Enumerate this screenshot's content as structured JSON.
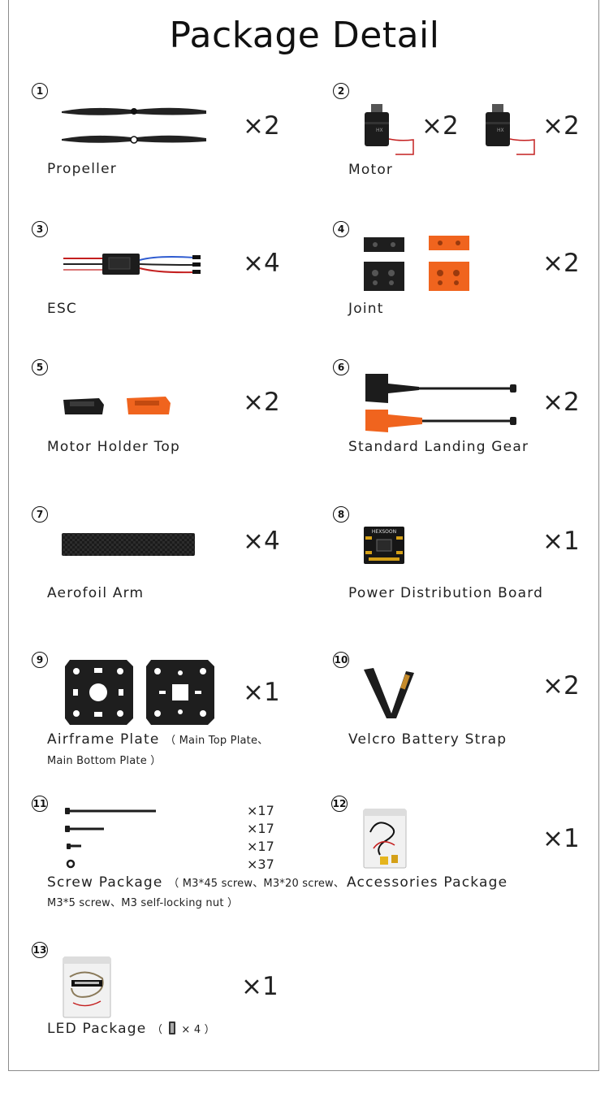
{
  "title": "Package Detail",
  "items": [
    {
      "num": "1",
      "label": "Propeller",
      "qty": "×2"
    },
    {
      "num": "2",
      "label": "Motor",
      "qty_a": "×2",
      "qty_b": "×2"
    },
    {
      "num": "3",
      "label": "ESC",
      "qty": "×4"
    },
    {
      "num": "4",
      "label": "Joint",
      "qty": "×2"
    },
    {
      "num": "5",
      "label": "Motor Holder Top",
      "qty": "×2"
    },
    {
      "num": "6",
      "label": "Standard Landing Gear",
      "qty": "×2"
    },
    {
      "num": "7",
      "label": "Aerofoil Arm",
      "qty": "×4"
    },
    {
      "num": "8",
      "label": "Power Distribution Board",
      "qty": "×1"
    },
    {
      "num": "9",
      "label": "Airframe Plate",
      "note_a": "（ Main Top Plate、",
      "note_b": "Main Bottom Plate ）",
      "qty": "×1"
    },
    {
      "num": "10",
      "label": "Velcro Battery Strap",
      "qty": "×2"
    },
    {
      "num": "11",
      "label": "Screw Package",
      "note_a": "（ M3*45 screw、M3*20 screw、",
      "note_b": "M3*5 screw、M3 self-locking nut ）",
      "screw_qty": [
        "×17",
        "×17",
        "×17",
        "×37"
      ]
    },
    {
      "num": "12",
      "label": "Accessories Package",
      "qty": "×1"
    },
    {
      "num": "13",
      "label": "LED Package",
      "note_a": "（",
      "note_b": "× 4 ）",
      "qty": "×1"
    }
  ],
  "printed_text": {
    "board_brand": "HEXSOON"
  },
  "colors": {
    "orange": "#f0641e",
    "black": "#1c1c1c"
  }
}
